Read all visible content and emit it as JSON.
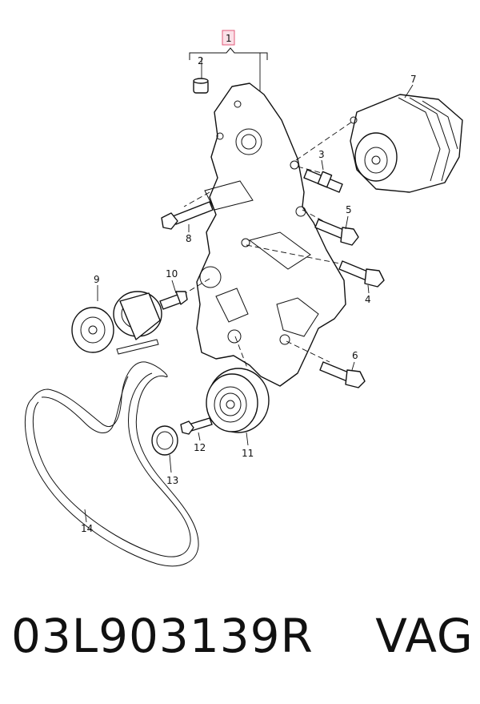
{
  "diagram": {
    "callouts": {
      "c1": "1",
      "c2": "2",
      "c3": "3",
      "c4": "4",
      "c5": "5",
      "c6": "6",
      "c7": "7",
      "c8": "8",
      "c9": "9",
      "c10": "10",
      "c11": "11",
      "c12": "12",
      "c13": "13",
      "c14": "14"
    },
    "highlight_color": "#e05a7a"
  },
  "footer": {
    "part_number": "03L903139R",
    "brand": "VAG"
  }
}
